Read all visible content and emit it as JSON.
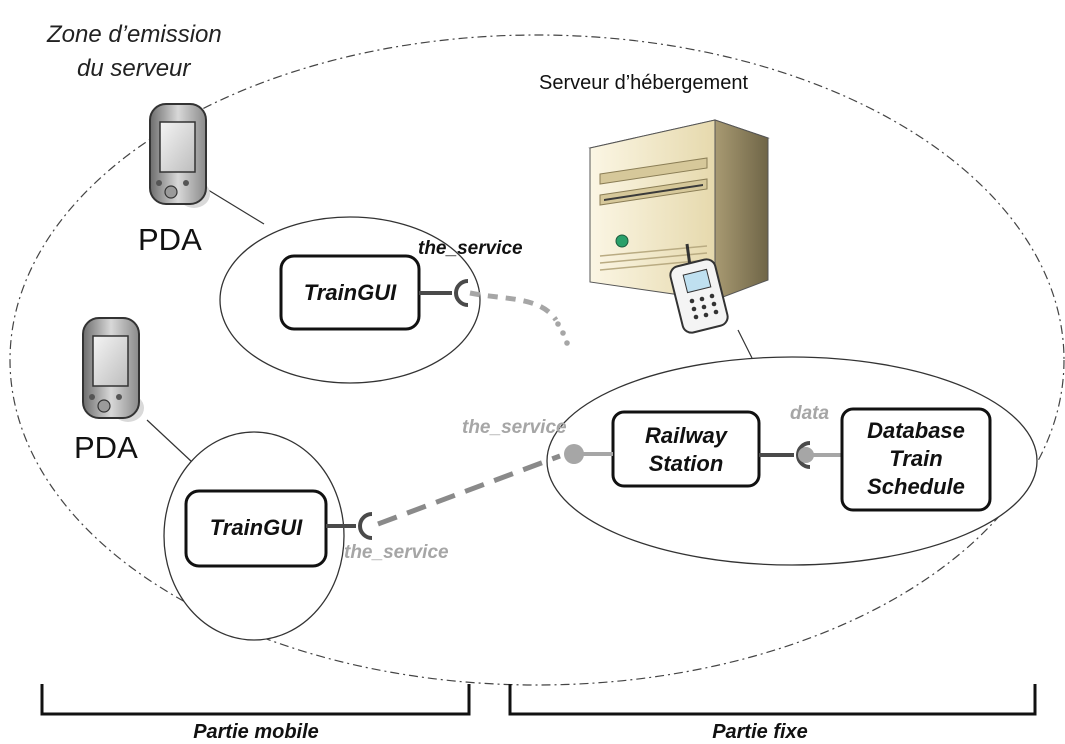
{
  "zone": {
    "line1": "Zone d’emission",
    "line2": "du serveur"
  },
  "server": {
    "label": "Serveur d’hébergement",
    "icon": "server-tower-icon"
  },
  "mobile_devices": [
    {
      "label": "PDA",
      "icon": "pda-icon"
    },
    {
      "label": "PDA",
      "icon": "pda-icon"
    }
  ],
  "phone_icon": "mobile-phone-icon",
  "components": {
    "traingui_top": "TrainGUI",
    "traingui_bottom": "TrainGUI",
    "railway_line1": "Railway",
    "railway_line2": "Station",
    "db_line1": "Database",
    "db_line2": "Train",
    "db_line3": "Schedule"
  },
  "ports": {
    "top_service": "the_service",
    "bottom_service": "the_service",
    "railway_service": "the_service",
    "data": "data"
  },
  "parts": {
    "mobile": "Partie mobile",
    "fixed": "Partie fixe"
  },
  "colors": {
    "port_grey": "#a6a6a6",
    "dark_connector": "#4a4a4a",
    "server_body": "#efe4c0"
  }
}
